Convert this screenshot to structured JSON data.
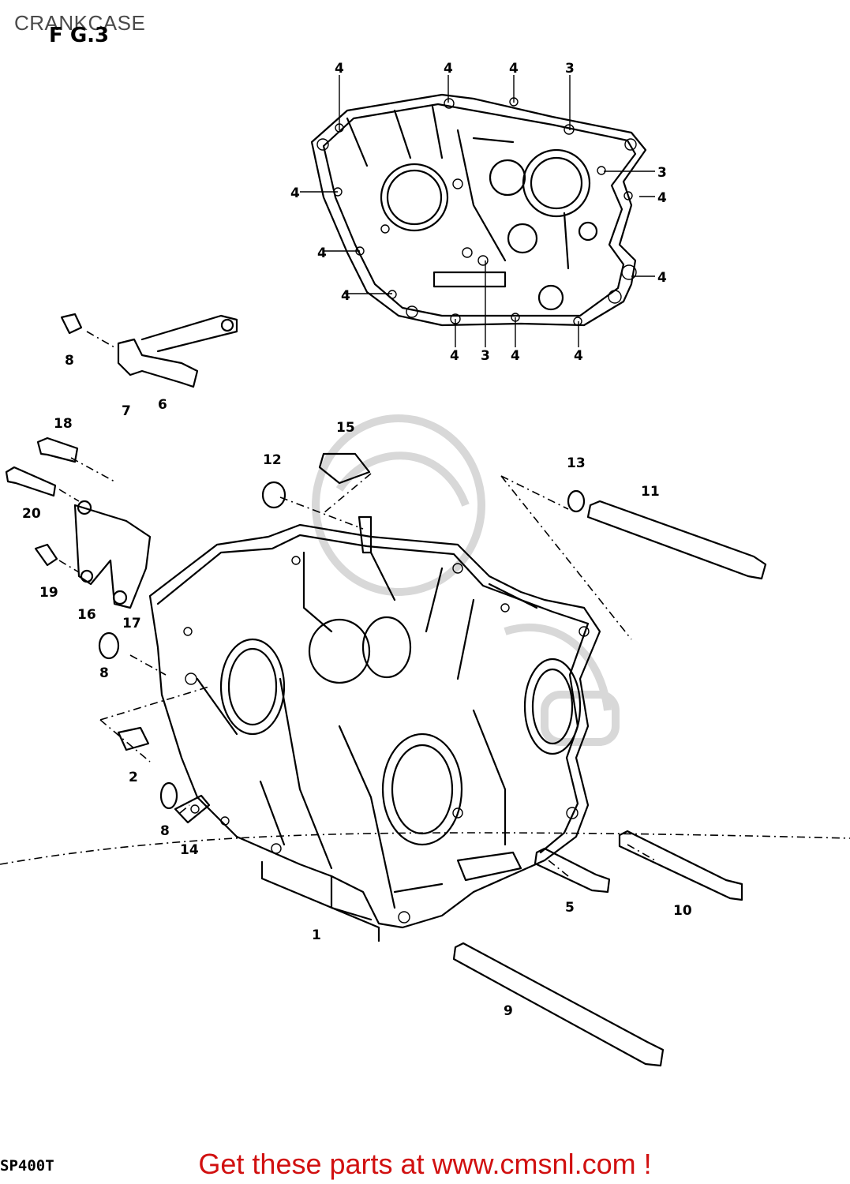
{
  "header": {
    "title": "CRANKCASE"
  },
  "figure": {
    "label": "F G.3",
    "model_code": "SP400T"
  },
  "callouts": {
    "c1": "1",
    "c2": "2",
    "c3a": "3",
    "c3b": "3",
    "c3c": "3",
    "c4a": "4",
    "c4b": "4",
    "c4c": "4",
    "c4d": "4",
    "c4e": "4",
    "c4f": "4",
    "c4g": "4",
    "c4h": "4",
    "c4i": "4",
    "c4j": "4",
    "c4k": "4",
    "c5": "5",
    "c6": "6",
    "c7": "7",
    "c8a": "8",
    "c8b": "8",
    "c8c": "8",
    "c9": "9",
    "c10": "10",
    "c11": "11",
    "c12": "12",
    "c13": "13",
    "c14": "14",
    "c15": "15",
    "c16": "16",
    "c17": "17",
    "c18": "18",
    "c19": "19",
    "c20": "20"
  },
  "footer": {
    "link_text": "Get these parts at www.cmsnl.com !"
  }
}
